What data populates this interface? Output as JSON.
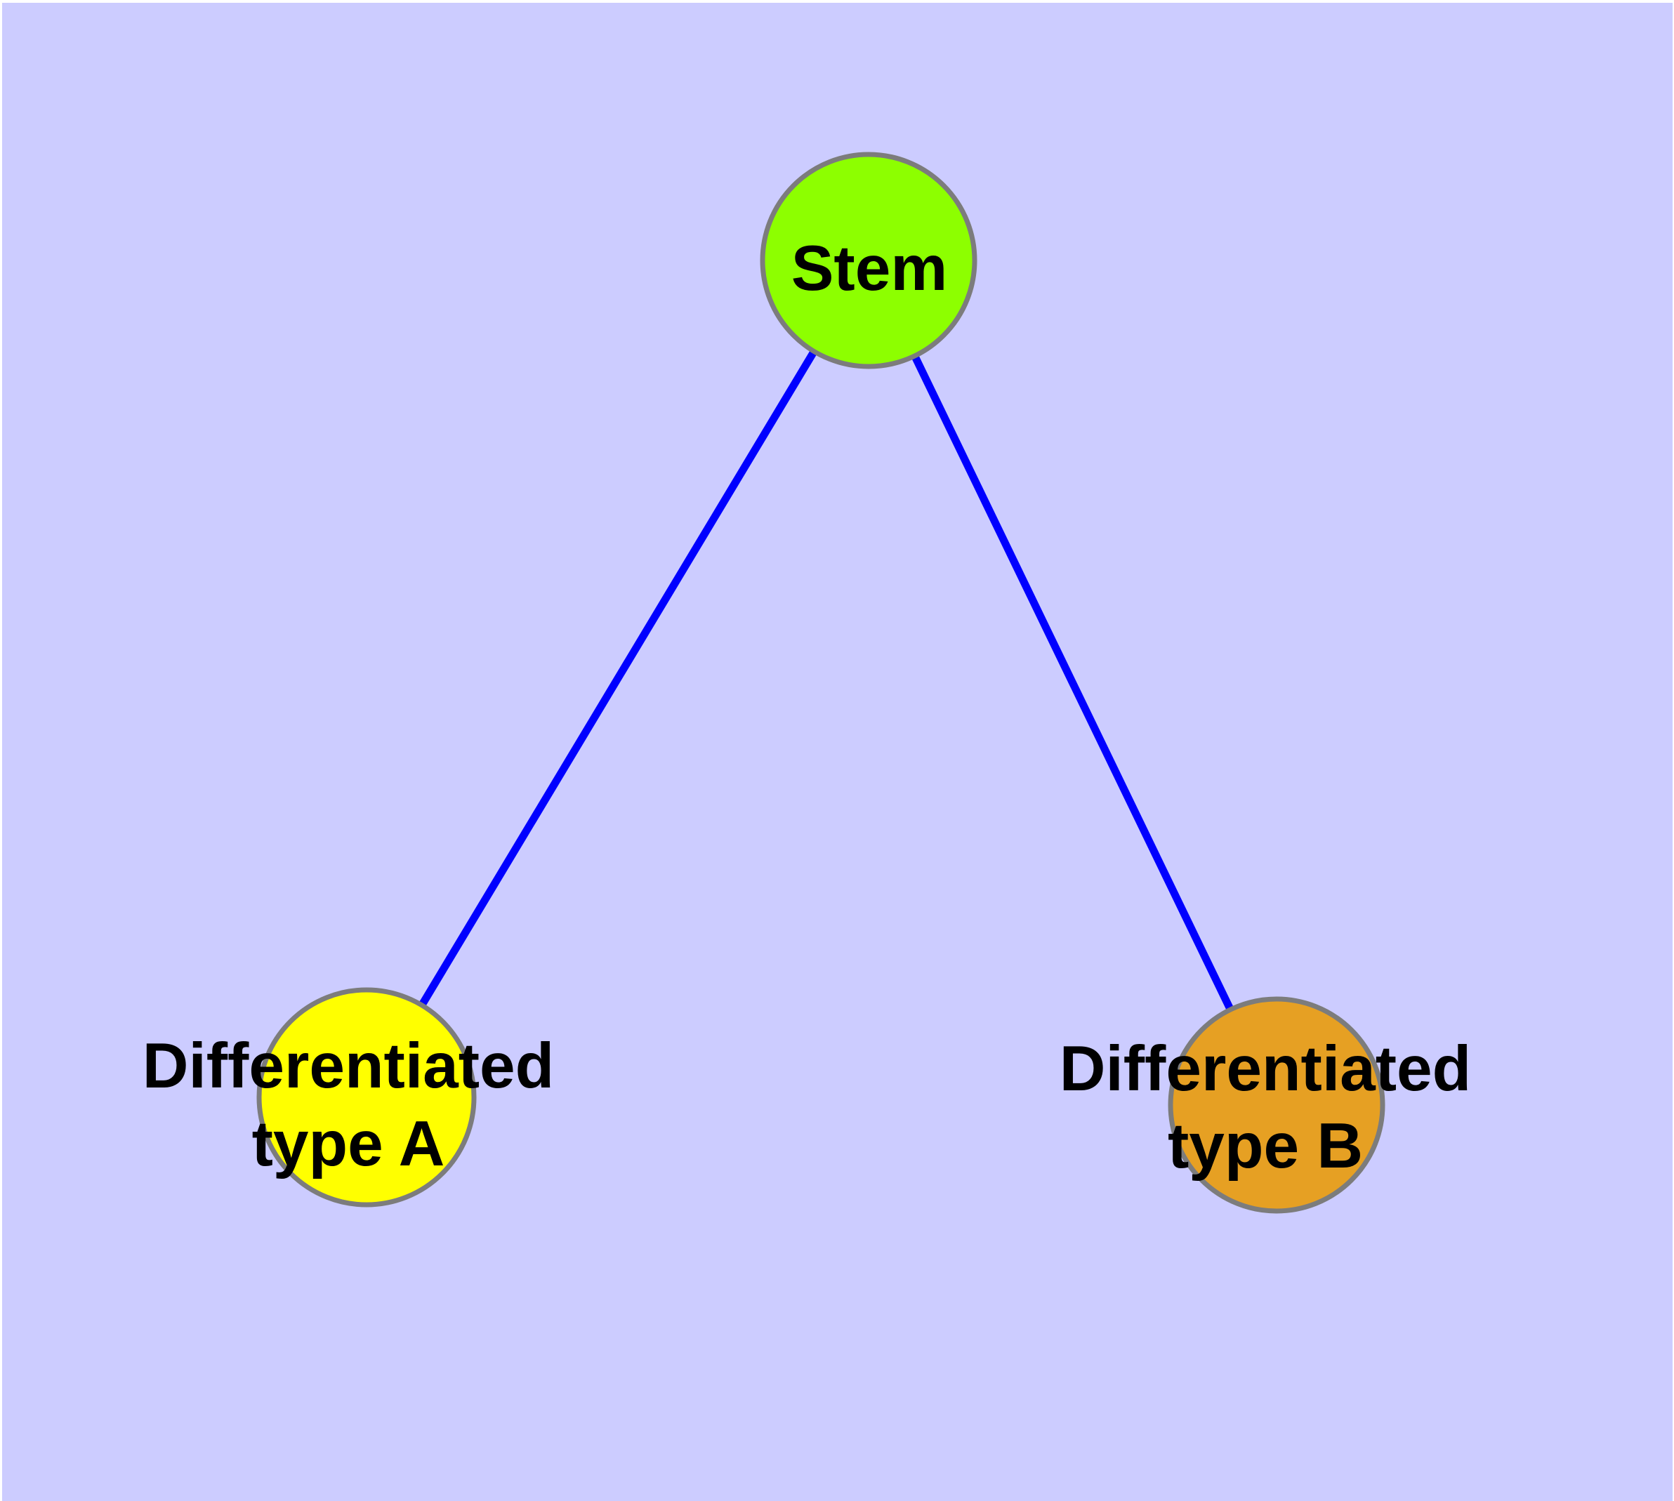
{
  "diagram": {
    "background_color": "#CCCCFF",
    "frame_color": "#FFFFFF",
    "edge_color": "#0000FF",
    "node_border_color": "#7C7C7C",
    "label_color": "#000000",
    "nodes": [
      {
        "id": "stem",
        "label": "Stem",
        "color": "#8DFF00"
      },
      {
        "id": "typeA",
        "label": "Differentiated type A",
        "label_line1": "Differentiated",
        "label_line2": "type A",
        "color": "#FFFF00"
      },
      {
        "id": "typeB",
        "label": "Differentiated type B",
        "label_line1": "Differentiated",
        "label_line2": "type B",
        "color": "#E6A023"
      }
    ],
    "edges": [
      {
        "from": "stem",
        "to": "typeA"
      },
      {
        "from": "stem",
        "to": "typeB"
      }
    ]
  }
}
